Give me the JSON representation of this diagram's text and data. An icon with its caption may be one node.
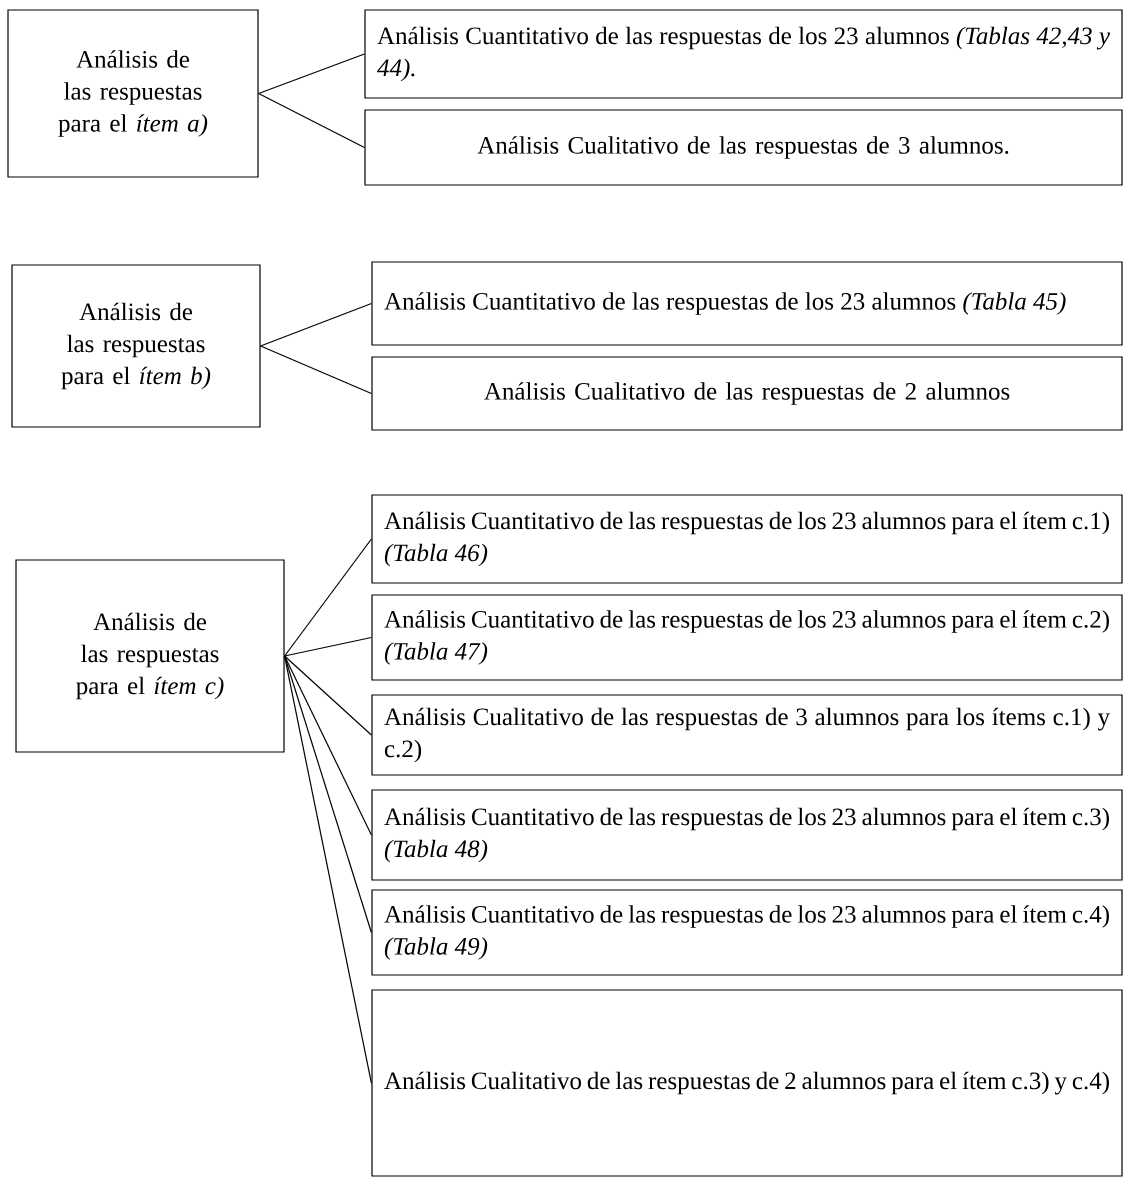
{
  "diagram": {
    "nodes": [
      {
        "text": [
          "Análisis de las respuestas para el *ítem a)*"
        ]
      },
      {
        "text": [
          "Análisis Cuantitativo de las respuestas de los 23 alumnos *(Tablas 42,43 y 44).*"
        ]
      },
      {
        "text": [
          "Análisis Cualitativo de las respuestas de 3 alumnos."
        ]
      },
      {
        "text": [
          "Análisis de las respuestas para el *ítem b)*"
        ]
      },
      {
        "text": [
          "Análisis Cuantitativo de las respuestas de los 23 alumnos *(Tabla 45)*"
        ]
      },
      {
        "text": [
          "Análisis Cualitativo de las respuestas de 2 alumnos"
        ]
      },
      {
        "text": [
          "Análisis de las respuestas para el *ítem c)*"
        ]
      },
      {
        "text": [
          "Análisis Cuantitativo de las respuestas de los 23 alumnos para el ítem c.1) *(Tabla 46)*"
        ]
      },
      {
        "text": [
          "Análisis Cuantitativo de las respuestas de los 23 alumnos para el ítem c.2) *(Tabla 47)*"
        ]
      },
      {
        "text": [
          "Análisis Cualitativo de las respuestas de 3 alumnos para los ítems c.1) y c.2)"
        ]
      },
      {
        "text": [
          "Análisis Cuantitativo de las respuestas de los 23 alumnos para el ítem c.3) *(Tabla 48)*"
        ]
      },
      {
        "text": [
          "Análisis Cuantitativo de las respuestas de los 23 alumnos para el ítem c.4) *(Tabla 49)*"
        ]
      },
      {
        "text": [
          "Análisis Cualitativo de las respuestas de 2 alumnos para el ítem c.3) y c.4)"
        ]
      }
    ],
    "edges": [
      {
        "from": 0,
        "to": 1,
        "arrow": "none"
      },
      {
        "from": 0,
        "to": 2,
        "arrow": "none"
      },
      {
        "from": 3,
        "to": 4,
        "arrow": "none"
      },
      {
        "from": 3,
        "to": 5,
        "arrow": "none"
      },
      {
        "from": 6,
        "to": 7,
        "arrow": "none"
      },
      {
        "from": 6,
        "to": 8,
        "arrow": "none"
      },
      {
        "from": 6,
        "to": 9,
        "arrow": "none"
      },
      {
        "from": 6,
        "to": 10,
        "arrow": "none"
      },
      {
        "from": 6,
        "to": 11,
        "arrow": "none"
      },
      {
        "from": 6,
        "to": 12,
        "arrow": "none"
      }
    ]
  }
}
